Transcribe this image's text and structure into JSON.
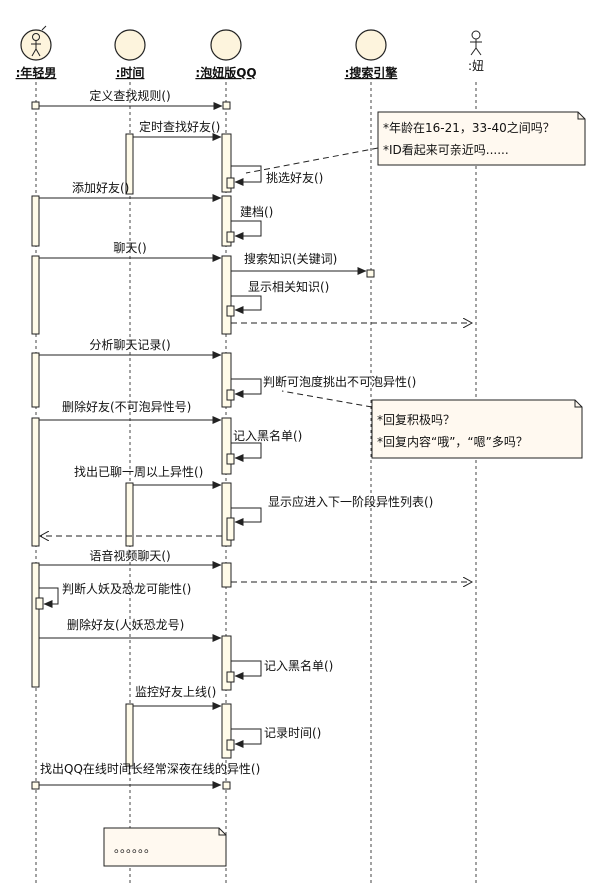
{
  "participants": [
    {
      "id": "p1",
      "name": ":年轻男",
      "kind": "actor-circle"
    },
    {
      "id": "p2",
      "name": ":时间",
      "kind": "circle"
    },
    {
      "id": "p3",
      "name": ":泡妞版QQ",
      "kind": "circle"
    },
    {
      "id": "p4",
      "name": ":搜索引擎",
      "kind": "circle"
    },
    {
      "id": "p5",
      "name": ":妞",
      "kind": "stick"
    }
  ],
  "messages": [
    {
      "from": "p1",
      "to": "p3",
      "label": "定义查找规则()",
      "style": "solid"
    },
    {
      "from": "p2",
      "to": "p3",
      "label": "定时查找好友()",
      "style": "solid"
    },
    {
      "from": "p3",
      "to": "p3",
      "label": "挑选好友()",
      "style": "self"
    },
    {
      "from": "p1",
      "to": "p3",
      "label": "添加好友()",
      "style": "solid"
    },
    {
      "from": "p3",
      "to": "p3",
      "label": "建档()",
      "style": "self"
    },
    {
      "from": "p1",
      "to": "p3",
      "label": "聊天()",
      "style": "solid"
    },
    {
      "from": "p3",
      "to": "p4",
      "label": "搜索知识(关键词)",
      "style": "solid"
    },
    {
      "from": "p3",
      "to": "p3",
      "label": "显示相关知识()",
      "style": "self"
    },
    {
      "from": "p3",
      "to": "p5",
      "label": "",
      "style": "dashed"
    },
    {
      "from": "p1",
      "to": "p3",
      "label": "分析聊天记录()",
      "style": "solid"
    },
    {
      "from": "p3",
      "to": "p3",
      "label": "判断可泡度挑出不可泡异性()",
      "style": "self"
    },
    {
      "from": "p1",
      "to": "p3",
      "label": "删除好友(不可泡异性号)",
      "style": "solid"
    },
    {
      "from": "p3",
      "to": "p3",
      "label": "记入黑名单()",
      "style": "self"
    },
    {
      "from": "p2",
      "to": "p3",
      "label": "找出已聊一周以上异性()",
      "style": "solid"
    },
    {
      "from": "p3",
      "to": "p3",
      "label": "显示应进入下一阶段异性列表()",
      "style": "self"
    },
    {
      "from": "p3",
      "to": "p1",
      "label": "",
      "style": "dashed"
    },
    {
      "from": "p1",
      "to": "p3",
      "label": "语音视频聊天()",
      "style": "solid"
    },
    {
      "from": "p3",
      "to": "p5",
      "label": "",
      "style": "dashed"
    },
    {
      "from": "p1",
      "to": "p1",
      "label": "判断人妖及恐龙可能性()",
      "style": "self"
    },
    {
      "from": "p1",
      "to": "p3",
      "label": "删除好友(人妖恐龙号)",
      "style": "solid"
    },
    {
      "from": "p3",
      "to": "p3",
      "label": "记入黑名单()",
      "style": "self"
    },
    {
      "from": "p2",
      "to": "p3",
      "label": "监控好友上线()",
      "style": "solid"
    },
    {
      "from": "p3",
      "to": "p3",
      "label": "记录时间()",
      "style": "self"
    },
    {
      "from": "p1",
      "to": "p3",
      "label": "找出QQ在线时间长经常深夜在线的异性()",
      "style": "solid"
    }
  ],
  "notes": [
    {
      "lines": [
        "*年龄在16-21，33-40之间吗？",
        "*ID看起来可亲近吗......"
      ]
    },
    {
      "lines": [
        "*回复积极吗？",
        "*回复内容“哦”，“嗯”多吗？"
      ]
    },
    {
      "lines": [
        "。。。。。。"
      ]
    }
  ],
  "colors": {
    "head_fill": "#fdf4dd",
    "activation_fill": "#fffbe9",
    "note_fill": "#fff9f0",
    "line": "#222222"
  }
}
